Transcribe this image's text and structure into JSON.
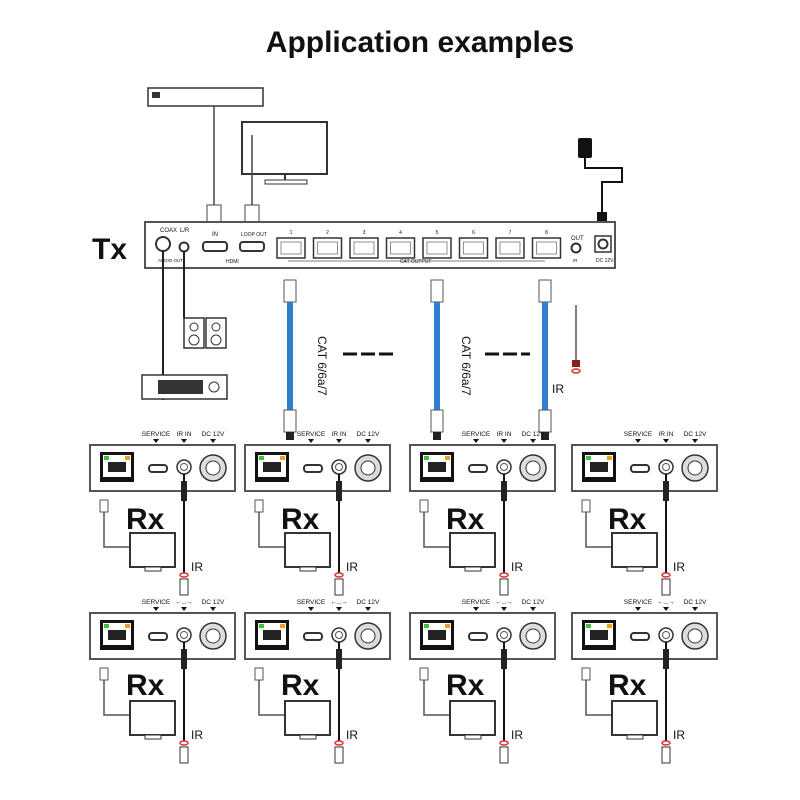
{
  "title": "Application examples",
  "tx": {
    "label": "Tx",
    "ports": {
      "coax": "COAX",
      "lr": "L/R",
      "audio_out": "AUDIO OUT",
      "hdmi_in": "IN",
      "hdmi_loop": "LOOP OUT",
      "hdmi_group": "HDMI",
      "cat_numbers": [
        "1",
        "2",
        "3",
        "4",
        "5",
        "6",
        "7",
        "8"
      ],
      "cat_group": "CAT OUTPUT",
      "ir_out": "OUT",
      "ir": "IR",
      "dc": "DC 12V"
    }
  },
  "cable": {
    "label": "CAT 6/6a/7",
    "ir_label": "IR",
    "color": "#2f7fd0"
  },
  "rx": {
    "label": "Rx",
    "row1_ports": [
      "SERVICE",
      "IR IN",
      "DC 12V"
    ],
    "row2_ports": [
      "SERVICE",
      "←‥→",
      "DC 12V"
    ],
    "ir_label": "IR",
    "count_per_row": 4
  },
  "colors": {
    "led_green": "#3cc23c",
    "led_orange": "#f0a020",
    "ir_emitter": "#e03030"
  }
}
